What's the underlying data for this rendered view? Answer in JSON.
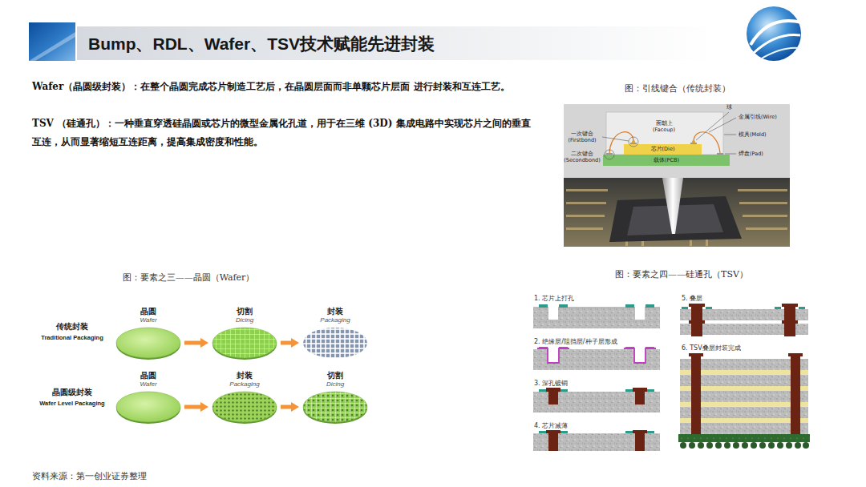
{
  "diagram": {
    "title": "Bump、RDL、Wafer、TSV技术赋能先进封装",
    "nodes": [
      {
        "text": [
          "晶圆",
          "Wafer"
        ]
      },
      {
        "text": [
          "切割",
          "Dicing"
        ]
      },
      {
        "text": [
          "封装",
          "Packaging"
        ]
      },
      {
        "text": [
          "晶圆",
          "Wafer"
        ]
      },
      {
        "text": [
          "封装",
          "Packaging"
        ]
      },
      {
        "text": [
          "切割",
          "Dicing"
        ]
      }
    ],
    "edges": [
      {
        "from": 0,
        "to": 1,
        "arrow": "to"
      },
      {
        "from": 1,
        "to": 2,
        "arrow": "to"
      },
      {
        "from": 3,
        "to": 4,
        "arrow": "to"
      },
      {
        "from": 4,
        "to": 5,
        "arrow": "to"
      }
    ],
    "labels": [
      "Wafer（晶圆级封装）：在整个晶圆完成芯片制造工艺后，在晶圆层面而非单颗芯片层面 进行封装和互连工艺。",
      "TSV （硅通孔）：一种垂直穿透硅晶圆或芯片的微型金属化孔道，用于在三维 (3D) 集成电路中实现芯片之间的垂直互连，从而显著缩短互连距离，提高集成密度和性能。",
      "图：引线键合（传统封装）",
      "球",
      "金属引线(Wire)",
      "模具(Mold)",
      "焊盘(Pad)",
      "一次键合 (Firstbond)",
      "二次键合 (Secondbond)",
      "面朝上 (Faceup)",
      "芯片(Die)",
      "载体(PCB)",
      "图：要素之三——晶圆（Wafer）",
      "传统封装",
      "Traditional Packaging",
      "晶圆级封装",
      "Wafer Level Packaging",
      "图：要素之四——硅通孔（TSV）",
      "1. 芯片上打孔",
      "2. 绝缘层/阻挡层/种子层形成",
      "3. 深孔镀铜",
      "4. 芯片减薄",
      "5. 叠层",
      "6. TSV叠层封装完成",
      "资料来源：第一创业证券整理"
    ]
  }
}
